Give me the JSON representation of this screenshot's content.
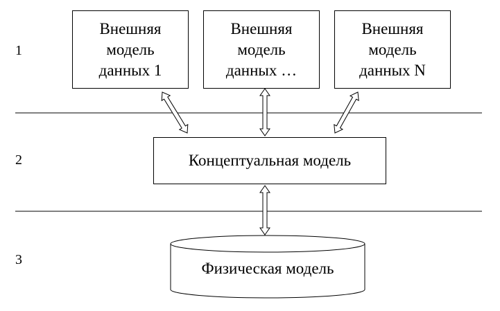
{
  "levels": [
    "1",
    "2",
    "3"
  ],
  "external_models": [
    {
      "lines": [
        "Внешняя",
        "модель",
        "данных 1"
      ]
    },
    {
      "lines": [
        "Внешняя",
        "модель",
        "данных …"
      ]
    },
    {
      "lines": [
        "Внешняя",
        "модель",
        "данных N"
      ]
    }
  ],
  "conceptual_model": "Концептуальная модель",
  "physical_model": "Физическая модель"
}
